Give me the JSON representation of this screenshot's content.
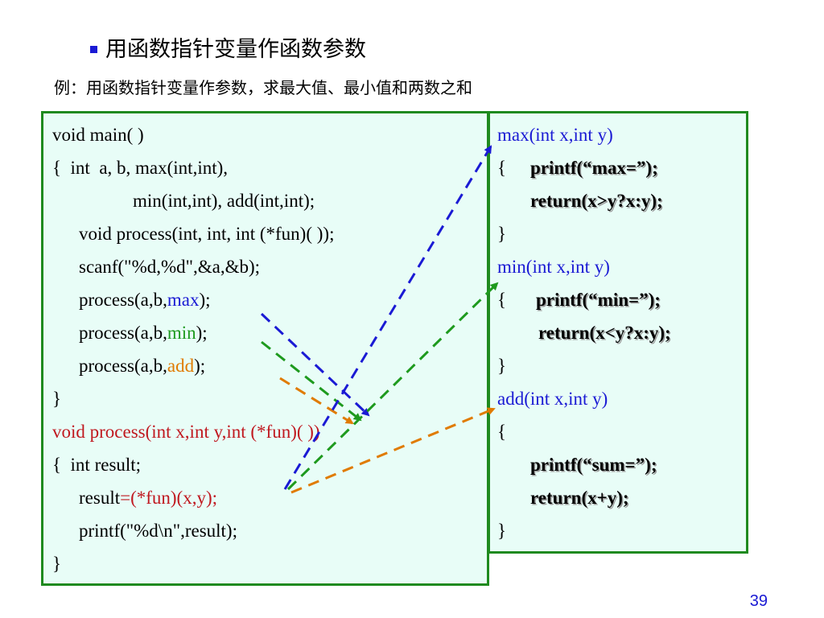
{
  "slide": {
    "title": "用函数指针变量作函数参数",
    "example": "例：用函数指针变量作参数，求最大值、最小值和两数之和",
    "page_number": "39"
  },
  "colors": {
    "border": "#1f8a1f",
    "box_fill": "#e8fdf7",
    "red": "#c0181f",
    "blue": "#1a1ad4",
    "green": "#1e9a1e",
    "orange": "#e07b00",
    "bullet": "#1a1ad4"
  },
  "left_code": {
    "l1": "void main( )",
    "l2": "{  int  a, b, max(int,int),",
    "l3": "min(int,int), add(int,int);",
    "l4": "void process(int, int, int (*fun)( ));",
    "l5": "scanf(\"%d,%d\",&a,&b);",
    "l6_pre": "process(a,b,",
    "l6_arg": "max",
    "l6_post": ");",
    "l7_pre": "process(a,b,",
    "l7_arg": "min",
    "l7_post": ");",
    "l8_pre": "process(a,b,",
    "l8_arg": "add",
    "l8_post": ");",
    "l9": "}",
    "l10": "void process(int x,int y,int (*fun)( ))",
    "l11": "{  int result;",
    "l12_pre": "result",
    "l12_red": "=(*fun)(x,y);",
    "l13": "printf(\"%d\\n\",result);",
    "l14": "}"
  },
  "right_code": {
    "r1": "max(int x,int y)",
    "r2_brace": "{",
    "r2": "printf(“max=”);",
    "r3": "return(x>y?x:y);",
    "r4": "}",
    "r5": "min(int x,int y)",
    "r6_brace": "{",
    "r6": "printf(“min=”);",
    "r7": "return(x<y?x:y);",
    "r8": "}",
    "r9": "add(int x,int y)",
    "r10": "{",
    "r11": "printf(“sum=”);",
    "r12": "return(x+y);",
    "r13": "}"
  }
}
